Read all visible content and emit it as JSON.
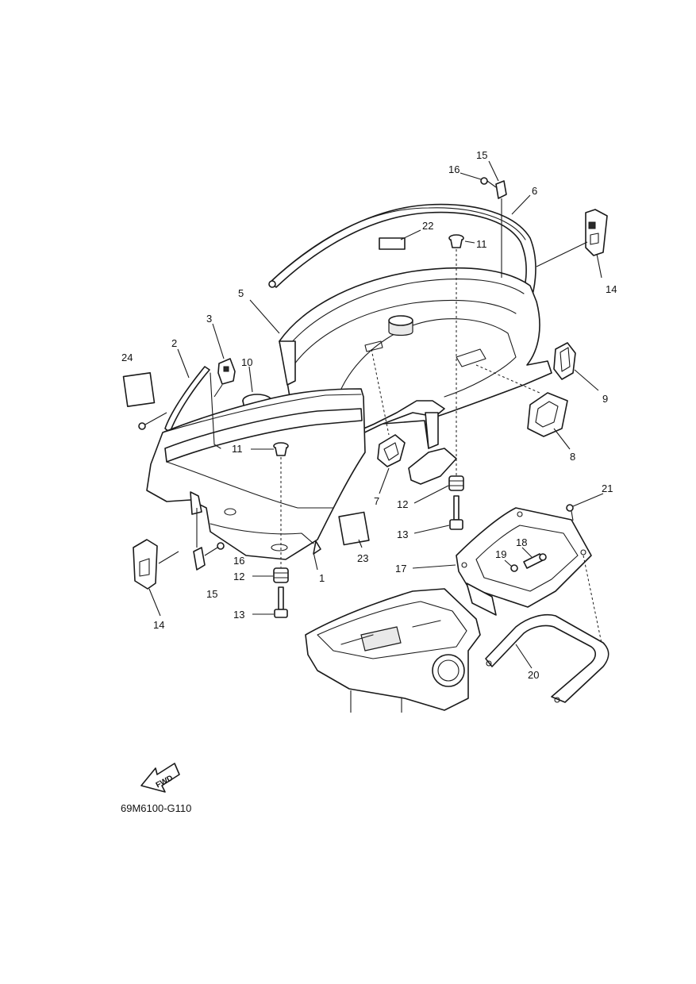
{
  "diagram_code": "69M6100-G110",
  "fwd_label": "FWD",
  "callouts": {
    "c1": "1",
    "c2": "2",
    "c3": "3",
    "c5": "5",
    "c6": "6",
    "c7": "7",
    "c8": "8",
    "c9": "9",
    "c10": "10",
    "c11a": "11",
    "c11b": "11",
    "c12a": "12",
    "c12b": "12",
    "c13a": "13",
    "c13b": "13",
    "c14a": "14",
    "c14b": "14",
    "c15a": "15",
    "c15b": "15",
    "c16a": "16",
    "c16b": "16",
    "c17": "17",
    "c18": "18",
    "c19": "19",
    "c20": "20",
    "c21": "21",
    "c22": "22",
    "c23": "23",
    "c24": "24"
  }
}
